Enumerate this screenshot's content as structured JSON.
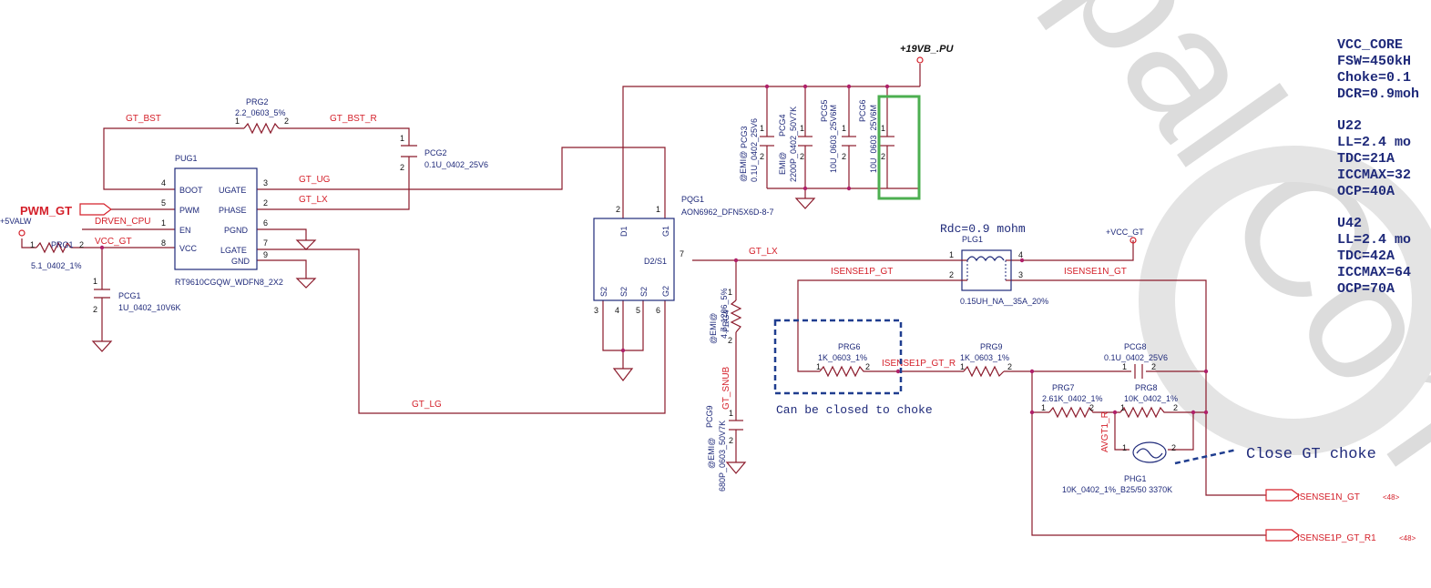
{
  "watermark": "ipal Con",
  "notes": {
    "lines": [
      "VCC_CORE",
      "FSW=450kH",
      "Choke=0.1",
      "DCR=0.9moh",
      "",
      "U22",
      "LL=2.4  mo",
      "TDC=21A",
      "ICCMAX=32",
      "OCP=40A",
      "",
      "U42",
      "LL=2.4  mo",
      "TDC=42A",
      "ICCMAX=64",
      "OCP=70A"
    ]
  },
  "rails": {
    "vin": "+19VB_.PU",
    "v5": "+5VALW",
    "vcc_gt": "+VCC_GT"
  },
  "annotations": {
    "rdc": "Rdc=0.9  mohm",
    "can_close": "Can be closed to choke",
    "close_choke": "Close GT choke"
  },
  "nets": {
    "pwm_gt": "PWM_GT",
    "gt_bst": "GT_BST",
    "gt_bst_r": "GT_BST_R",
    "gt_ug": "GT_UG",
    "gt_lx": "GT_LX",
    "gt_lx2": "GT_LX",
    "drven_cpu": "DRVEN_CPU",
    "vcc_gt": "VCC_GT",
    "gt_lg": "GT_LG",
    "isense1p_gt": "ISENSE1P_GT",
    "isense1n_gt": "ISENSE1N_GT",
    "isense1p_gt_r": "ISENSE1P_GT_R",
    "gt_snub": "GT_SNUB",
    "avgt1_r": "AVGT1_R",
    "out_isense1n": "ISENSE1N_GT",
    "out_isense1p_r1": "ISENSE1P_GT_R1",
    "ref48a": "<48>",
    "ref48b": "<48>"
  },
  "ic": {
    "ref": "PUG1",
    "part": "RT9610CGQW_WDFN8_2X2",
    "pins_left": [
      {
        "num": "4",
        "name": "BOOT"
      },
      {
        "num": "5",
        "name": "PWM"
      },
      {
        "num": "1",
        "name": "EN"
      },
      {
        "num": "8",
        "name": "VCC"
      }
    ],
    "pins_right": [
      {
        "num": "3",
        "name": "UGATE"
      },
      {
        "num": "2",
        "name": "PHASE"
      },
      {
        "num": "6",
        "name": "PGND"
      },
      {
        "num": "7",
        "name": "LGATE"
      },
      {
        "num": "9",
        "name": "GND"
      }
    ]
  },
  "mosfet": {
    "ref": "PQG1",
    "part": "AON6962_DFN5X6D-8-7",
    "top_pins": [
      {
        "num": "2",
        "name": "D1"
      },
      {
        "num": "1",
        "name": "G1"
      }
    ],
    "side_pin": {
      "num": "7",
      "name": "D2/S1"
    },
    "bottom_pins": [
      {
        "num": "3",
        "name": "S2"
      },
      {
        "num": "4",
        "name": "S2"
      },
      {
        "num": "5",
        "name": "S2"
      },
      {
        "num": "6",
        "name": "G2"
      }
    ]
  },
  "components": {
    "prg1": {
      "ref": "PRG1",
      "value": "5.1_0402_1%",
      "p1": "1",
      "p2": "2"
    },
    "prg2": {
      "ref": "PRG2",
      "value": "2.2_0603_5%",
      "p1": "1",
      "p2": "2"
    },
    "pcg1": {
      "ref": "PCG1",
      "value": "1U_0402_10V6K",
      "p1": "1",
      "p2": "2"
    },
    "pcg2": {
      "ref": "PCG2",
      "value": "0.1U_0402_25V6",
      "p1": "1",
      "p2": "2"
    },
    "pcg3": {
      "ref": "PCG3",
      "value": "0.1U_0402_25V6",
      "opt": "@EMI@",
      "p1": "1",
      "p2": "2"
    },
    "pcg4": {
      "ref": "PCG4",
      "value": "2200P_0402_50V7K",
      "opt": "EMI@",
      "p1": "1",
      "p2": "2"
    },
    "pcg5": {
      "ref": "PCG5",
      "value": "10U_0603_25V6M",
      "p1": "1",
      "p2": "2"
    },
    "pcg6": {
      "ref": "PCG6",
      "value": "10U_0603_25V6M",
      "p1": "1",
      "p2": "2"
    },
    "plg1": {
      "ref": "PLG1",
      "value": "0.15UH_NA__35A_20%",
      "p1": "1",
      "p2": "2",
      "p3": "3",
      "p4": "4"
    },
    "prg4": {
      "ref": "PRG4",
      "value": "4.7_1206_5%",
      "opt": "@EMI@",
      "p1": "1",
      "p2": "2"
    },
    "pcg9": {
      "ref": "PCG9",
      "value": "680P_0603_50V7K",
      "opt": "@EMI@",
      "p1": "1",
      "p2": "2"
    },
    "prg6": {
      "ref": "PRG6",
      "value": "1K_0603_1%",
      "p1": "1",
      "p2": "2"
    },
    "prg9": {
      "ref": "PRG9",
      "value": "1K_0603_1%",
      "p1": "1",
      "p2": "2"
    },
    "pcg8": {
      "ref": "PCG8",
      "value": "0.1U_0402_25V6",
      "p1": "1",
      "p2": "2"
    },
    "prg7": {
      "ref": "PRG7",
      "value": "2.61K_0402_1%",
      "p1": "1",
      "p2": "2"
    },
    "prg8": {
      "ref": "PRG8",
      "value": "10K_0402_1%",
      "p1": "1",
      "p2": "2"
    },
    "phg1": {
      "ref": "PHG1",
      "value": "10K_0402_1%_B25/50 3370K",
      "p1": "1",
      "p2": "2"
    }
  },
  "colors": {
    "wire": "#8b1a2b",
    "body": "#1f2a7a",
    "net_label": "#d4202a",
    "highlight_green": "#4caf50",
    "highlight_blue": "#1f3d8f",
    "watermark": "#dcdcdc"
  }
}
